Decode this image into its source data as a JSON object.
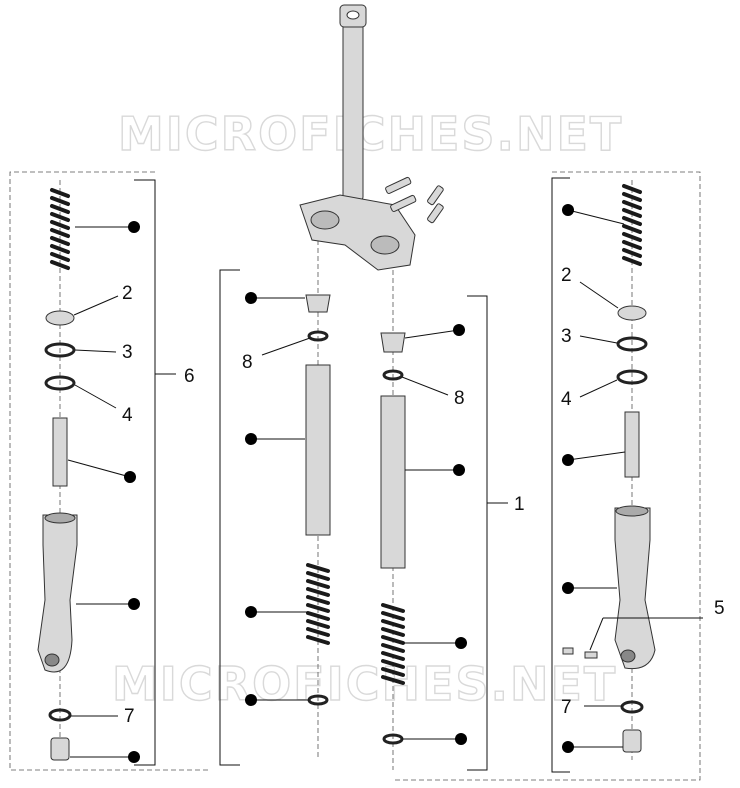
{
  "watermark": "MICROFICHES.NET",
  "labels": {
    "l1": "1",
    "l2a": "2",
    "l2b": "2",
    "l3a": "3",
    "l3b": "3",
    "l4a": "4",
    "l4b": "4",
    "l5": "5",
    "l6": "6",
    "l7a": "7",
    "l7b": "7",
    "l8a": "8",
    "l8b": "8"
  }
}
